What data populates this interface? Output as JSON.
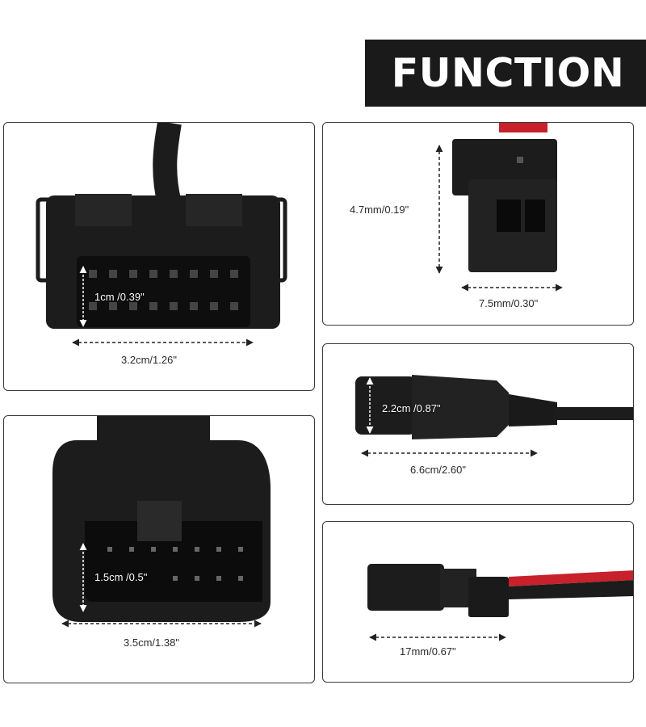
{
  "banner": {
    "title": "FUNCTION"
  },
  "panels": {
    "obd_female": {
      "width_label": "3.2cm/1.26\"",
      "height_label": "1cm /0.39\""
    },
    "small_plug": {
      "height_label": "4.7mm/0.19\"",
      "width_label": "7.5mm/0.30\""
    },
    "round_plug": {
      "height_label": "2.2cm /0.87\"",
      "width_label": "6.6cm/2.60\""
    },
    "obd_male": {
      "height_label": "1.5cm /0.5\"",
      "width_label": "3.5cm/1.38\""
    },
    "mini_plug": {
      "width_label": "17mm/0.67\""
    }
  },
  "colors": {
    "banner": "#1a1a1a",
    "connector": "#1c1c1c",
    "wire_red": "#c8212b",
    "border": "#3a3a3a"
  }
}
